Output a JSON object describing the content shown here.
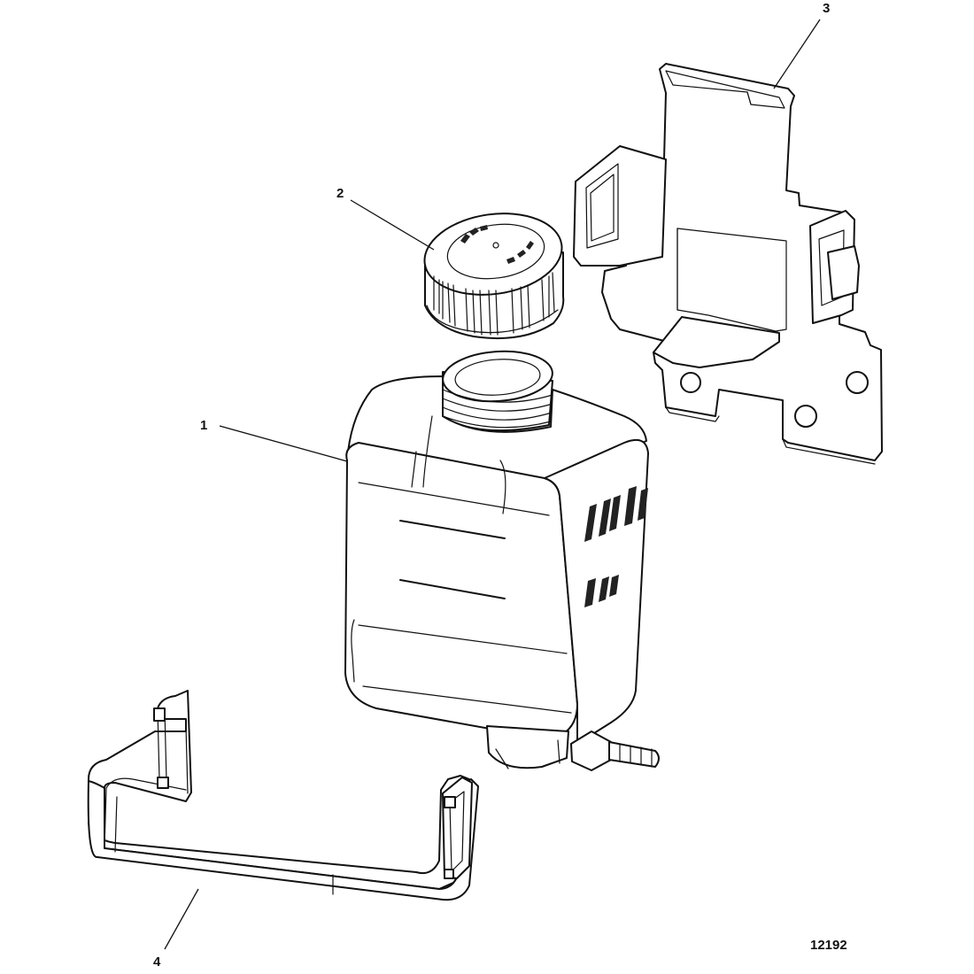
{
  "diagram": {
    "callouts": [
      {
        "id": "1",
        "label": "1"
      },
      {
        "id": "2",
        "label": "2"
      },
      {
        "id": "3",
        "label": "3"
      },
      {
        "id": "4",
        "label": "4"
      }
    ],
    "figure_number": "12192"
  }
}
